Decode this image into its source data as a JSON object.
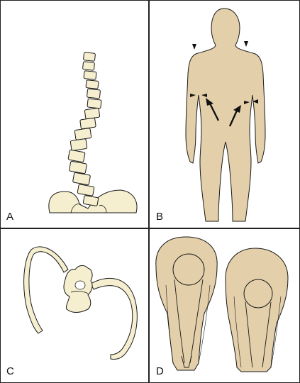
{
  "figure": {
    "panels": [
      {
        "id": "A",
        "label": "A"
      },
      {
        "id": "B",
        "label": "B"
      },
      {
        "id": "C",
        "label": "C"
      },
      {
        "id": "D",
        "label": "D"
      }
    ]
  },
  "colors": {
    "bone": "#f5efcf",
    "skin": "#e3cfaa",
    "outline": "#1a1a1a",
    "border": "#222222"
  }
}
